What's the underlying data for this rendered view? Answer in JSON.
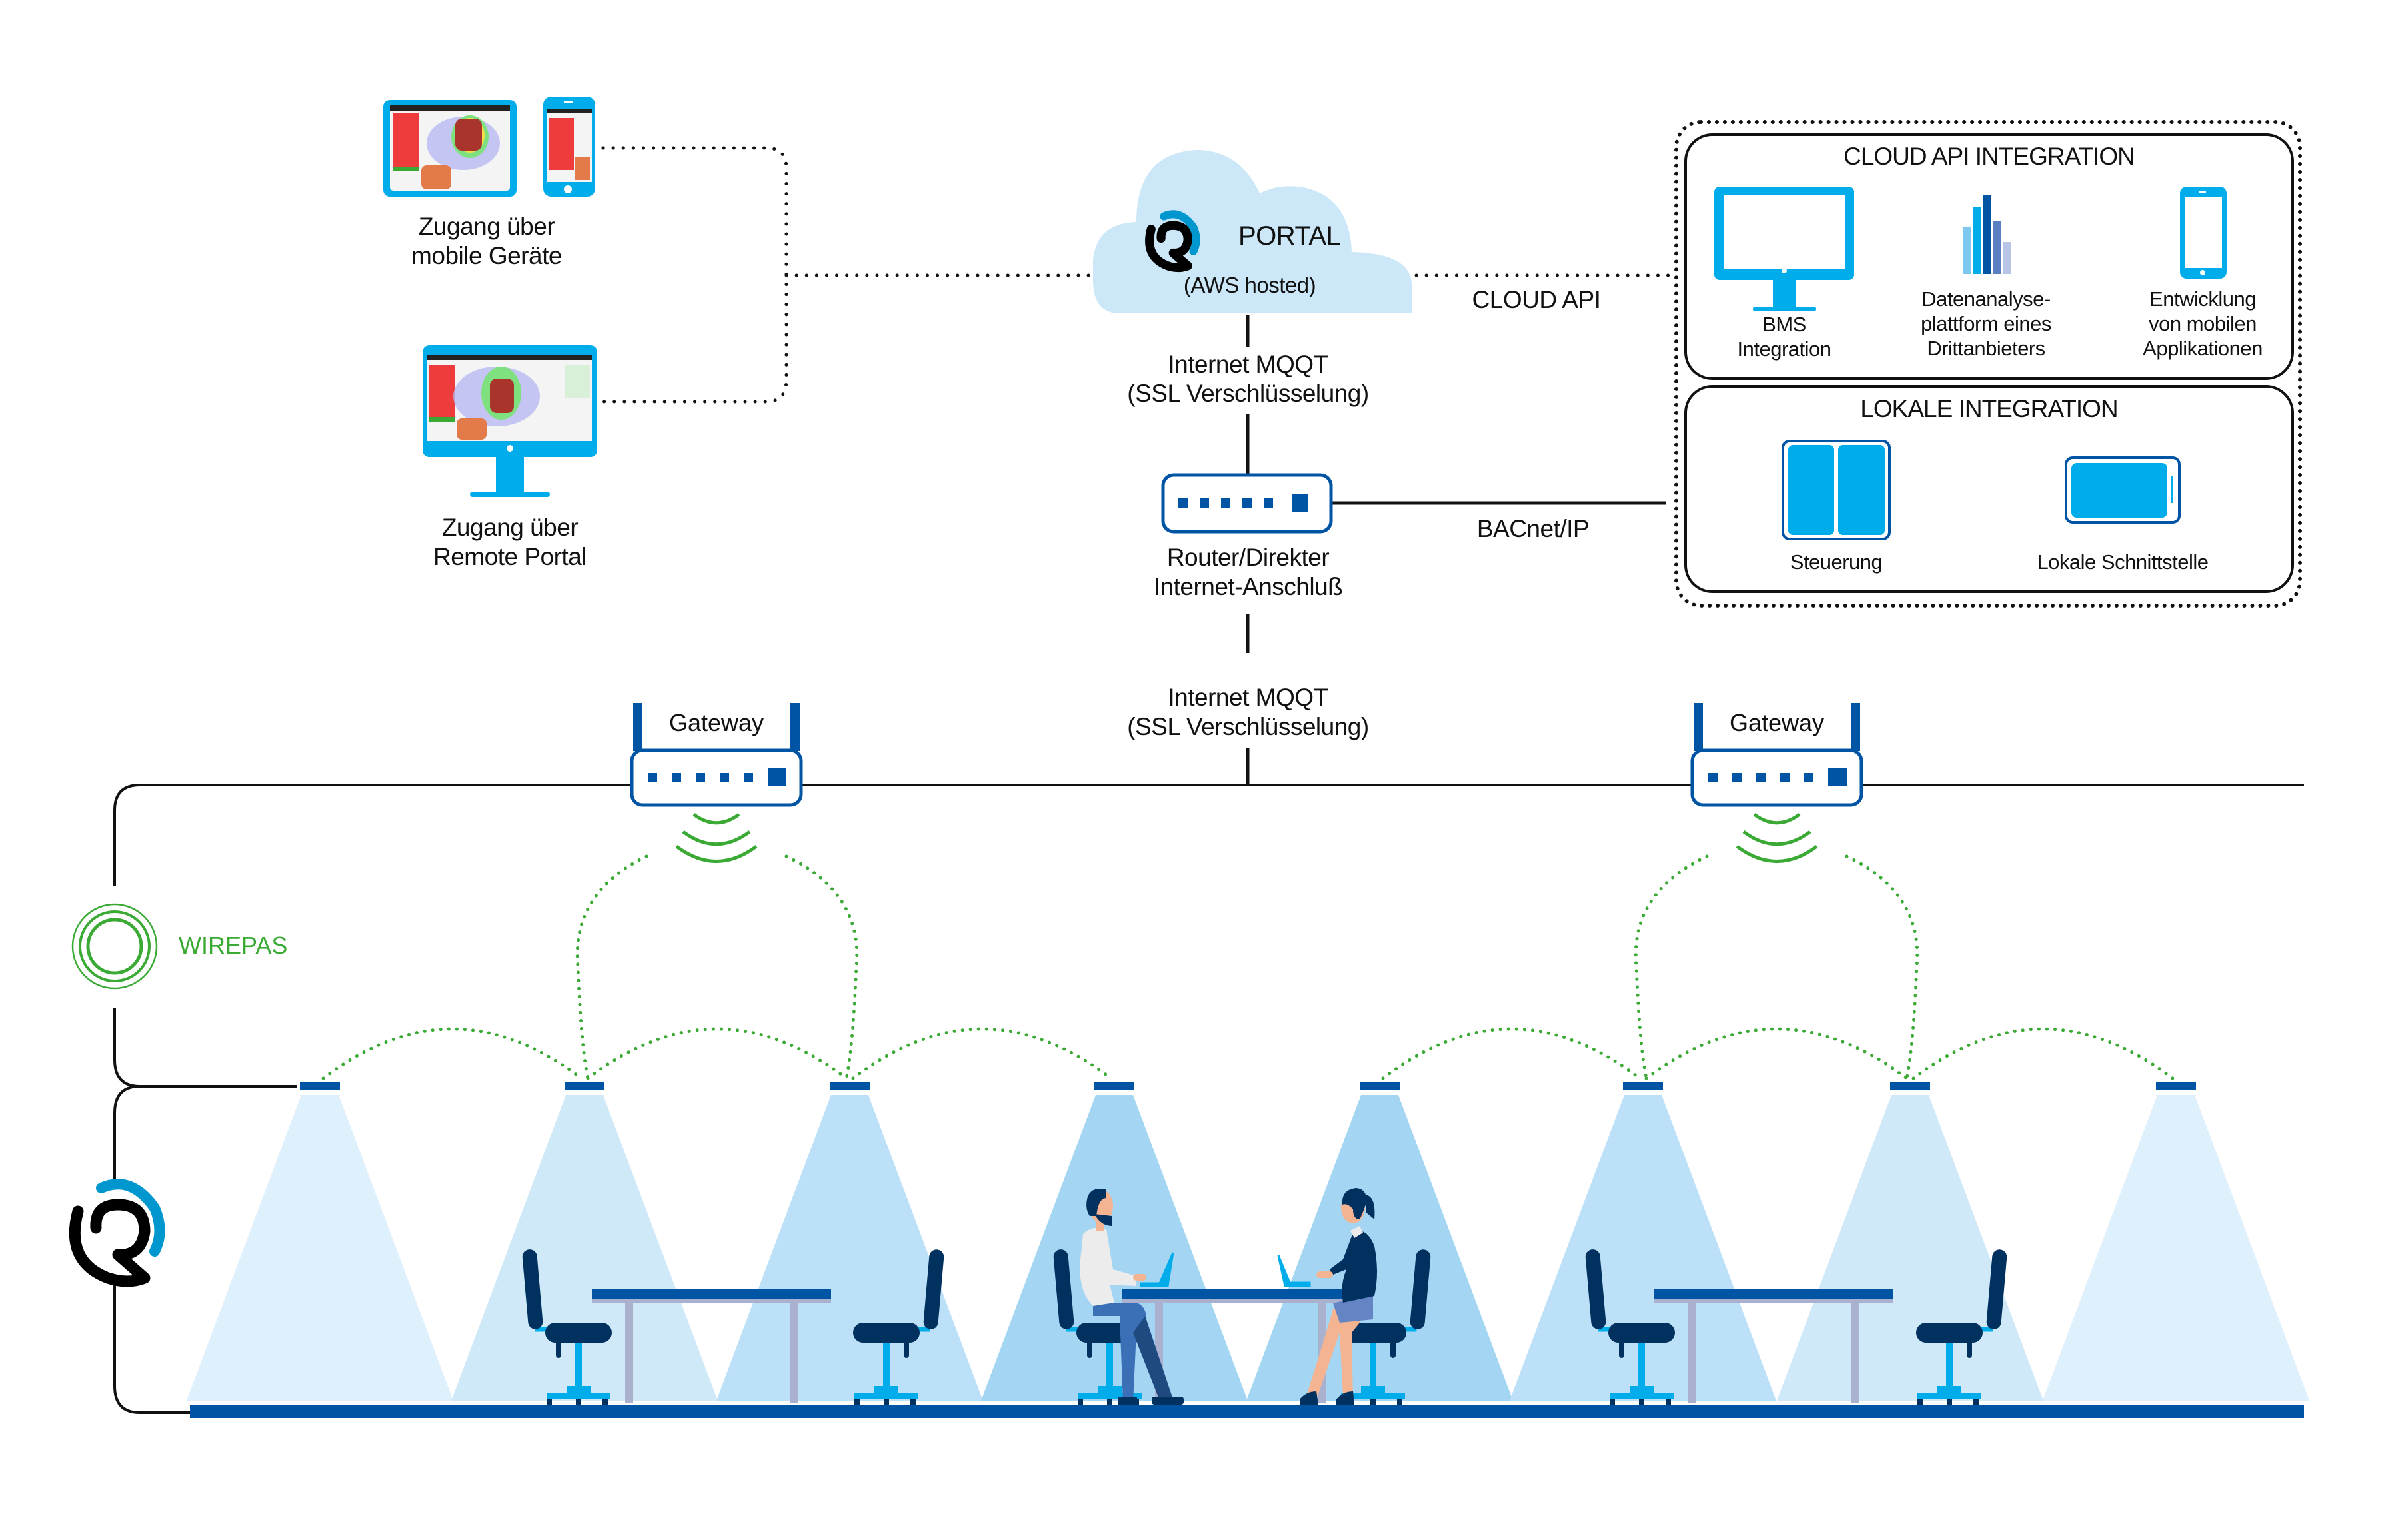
{
  "colors": {
    "accent_blue": "#00adea",
    "dark_blue": "#0054a4",
    "navy": "#00315f",
    "wirepas_green": "#3aaa35",
    "cloud_fill": "#cce7f8",
    "line": "#111111"
  },
  "access": {
    "mobile": {
      "line1": "Zugang über",
      "line2": "mobile Geräte",
      "icons": [
        "tablet-icon",
        "smartphone-icon"
      ]
    },
    "remote": {
      "line1": "Zugang über",
      "line2": "Remote Portal",
      "icons": [
        "monitor-icon"
      ]
    }
  },
  "portal": {
    "title": "PORTAL",
    "subtitle": "(AWS hosted)",
    "logo": "brand-logo-icon"
  },
  "connections": {
    "mqtt_top": {
      "line1": "Internet MQQT",
      "line2": "(SSL Verschlüsselung)"
    },
    "mqtt_bottom": {
      "line1": "Internet MQQT",
      "line2": "(SSL Verschlüsselung)"
    },
    "cloud_api": "CLOUD API",
    "bacnet": "BACnet/IP"
  },
  "router": {
    "line1": "Router/Direkter",
    "line2": "Internet-Anschluß"
  },
  "cloud_api_integration": {
    "title": "CLOUD API INTEGRATION",
    "items": [
      {
        "icon": "monitor-icon",
        "lines": [
          "BMS",
          "Integration"
        ]
      },
      {
        "icon": "bar-chart-icon",
        "lines": [
          "Datenanalyse-",
          "plattform eines",
          "Drittanbieters"
        ]
      },
      {
        "icon": "smartphone-icon",
        "lines": [
          "Entwicklung",
          "von mobilen",
          "Applikationen"
        ]
      }
    ]
  },
  "local_integration": {
    "title": "LOKALE INTEGRATION",
    "items": [
      {
        "icon": "control-panel-icon",
        "label": "Steuerung"
      },
      {
        "icon": "local-interface-icon",
        "label": "Lokale Schnittstelle"
      }
    ]
  },
  "gateways": [
    {
      "label": "Gateway"
    },
    {
      "label": "Gateway"
    }
  ],
  "wirepas": {
    "label": "WIREPAS"
  },
  "scene": {
    "luminaire_count": 8,
    "light_levels": [
      0.25,
      0.45,
      0.7,
      1.0,
      1.0,
      0.7,
      0.45,
      0.25
    ],
    "people": [
      "man-with-laptop",
      "woman-with-laptop"
    ],
    "desks": 3
  }
}
